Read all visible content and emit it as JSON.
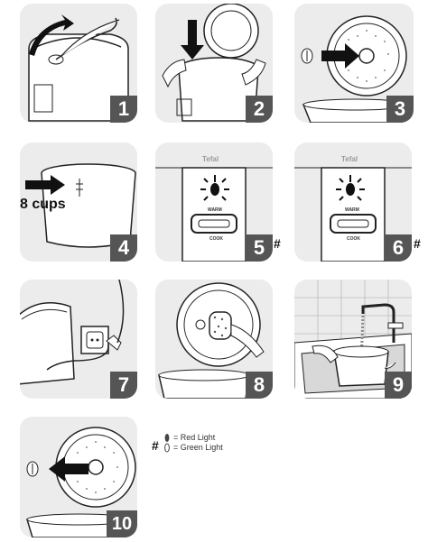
{
  "steps": [
    {
      "number": "1"
    },
    {
      "number": "2"
    },
    {
      "number": "3"
    },
    {
      "number": "4",
      "note": "8 cups"
    },
    {
      "number": "5",
      "brand": "Tefal",
      "warm": "WARM",
      "cook": "COOK",
      "mark": "#"
    },
    {
      "number": "6",
      "brand": "Tefal",
      "warm": "WARM",
      "cook": "COOK",
      "mark": "#"
    },
    {
      "number": "7"
    },
    {
      "number": "8"
    },
    {
      "number": "9"
    },
    {
      "number": "10"
    }
  ],
  "legend": {
    "mark": "#",
    "red": "= Red Light",
    "green": "= Green Light"
  },
  "colors": {
    "panel_bg": "#ececec",
    "badge_bg": "#555555",
    "line": "#222222"
  },
  "icons": [
    "arrow-icon",
    "rice-cooker-icon",
    "lid-icon",
    "steam-valve-icon",
    "inner-pot-icon",
    "control-panel-icon",
    "plug-icon",
    "sponge-icon",
    "faucet-icon",
    "light-icon"
  ]
}
